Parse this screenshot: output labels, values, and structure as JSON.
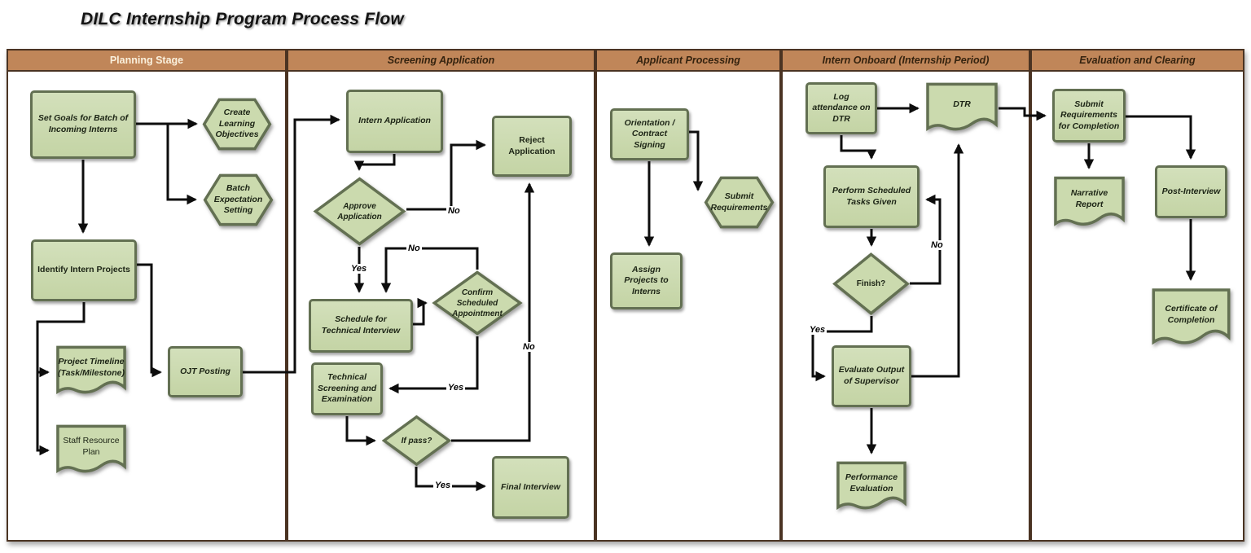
{
  "title": "DILC Internship Program Process Flow",
  "lanes": [
    {
      "label": "Planning Stage"
    },
    {
      "label": "Screening Application"
    },
    {
      "label": "Applicant Processing"
    },
    {
      "label": "Intern Onboard (Internship Period)"
    },
    {
      "label": "Evaluation and Clearing"
    }
  ],
  "nodes": {
    "set_goals": {
      "label": "Set Goals for Batch of Incoming Interns",
      "type": "process"
    },
    "create_learning": {
      "label": "Create Learning Objectives",
      "type": "preparation"
    },
    "batch_expectation": {
      "label": "Batch Expectation Setting",
      "type": "preparation"
    },
    "identify_projects": {
      "label": "Identify Intern Projects",
      "type": "process"
    },
    "project_timeline": {
      "label": "Project Timeline (Task/Milestone)",
      "type": "document"
    },
    "staff_resource": {
      "label": "Staff Resource Plan",
      "type": "document"
    },
    "ojt_posting": {
      "label": "OJT Posting",
      "type": "process"
    },
    "intern_application": {
      "label": "Intern Application",
      "type": "process"
    },
    "approve_application": {
      "label": "Approve Application",
      "type": "decision"
    },
    "reject_application": {
      "label": "Reject Application",
      "type": "process"
    },
    "schedule_technical": {
      "label": "Schedule for Technical Interview",
      "type": "process"
    },
    "confirm_appointment": {
      "label": "Confirm Scheduled Appointment",
      "type": "decision"
    },
    "technical_screening": {
      "label": "Technical Screening and Examination",
      "type": "process"
    },
    "if_pass": {
      "label": "If pass?",
      "type": "decision"
    },
    "final_interview": {
      "label": "Final Interview",
      "type": "process"
    },
    "orientation": {
      "label": "Orientation / Contract Signing",
      "type": "process"
    },
    "submit_requirements": {
      "label": "Submit Requirements",
      "type": "preparation"
    },
    "assign_projects": {
      "label": "Assign Projects to Interns",
      "type": "process"
    },
    "log_attendance": {
      "label": "Log attendance on DTR",
      "type": "process"
    },
    "dtr": {
      "label": "DTR",
      "type": "document"
    },
    "perform_tasks": {
      "label": "Perform Scheduled Tasks Given",
      "type": "process"
    },
    "finish": {
      "label": "Finish?",
      "type": "decision"
    },
    "evaluate_output": {
      "label": "Evaluate Output of Supervisor",
      "type": "process"
    },
    "performance_evaluation": {
      "label": "Performance Evaluation",
      "type": "document"
    },
    "submit_completion": {
      "label": "Submit Requirements for Completion",
      "type": "process"
    },
    "narrative_report": {
      "label": "Narrative Report",
      "type": "document"
    },
    "post_interview": {
      "label": "Post-Interview",
      "type": "process"
    },
    "certificate": {
      "label": "Certificate of Completion",
      "type": "document"
    }
  },
  "edge_labels": {
    "approve_no": "No",
    "approve_yes": "Yes",
    "confirm_no": "No",
    "confirm_yes": "Yes",
    "if_pass_no": "No",
    "if_pass_yes": "Yes",
    "finish_no": "No",
    "finish_yes": "Yes"
  },
  "colors": {
    "header_fill": "#c08659",
    "lane_border": "#4a3322",
    "node_fill": "#cbdaae",
    "node_border": "#637052",
    "arrow": "#0d0d0d"
  }
}
